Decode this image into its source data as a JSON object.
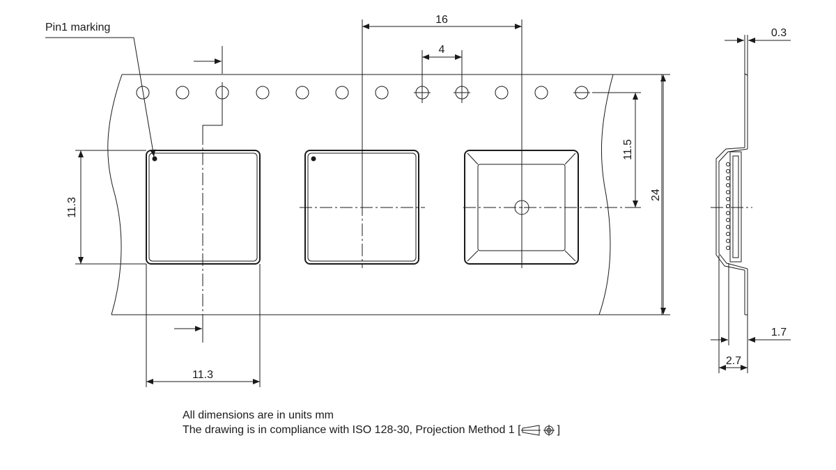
{
  "labels": {
    "pin1": "Pin1 marking"
  },
  "dimensions": {
    "pitch_16": "16",
    "hole_pitch_4": "4",
    "thickness_0_3": "0.3",
    "offset_11_5": "11.5",
    "tape_width_24": "24",
    "pocket_height_11_3": "11.3",
    "pocket_width_11_3": "11.3",
    "depth_1_7": "1.7",
    "depth_2_7": "2.7"
  },
  "notes": {
    "line1": "All dimensions are in units mm",
    "line2": "The drawing is in compliance with ISO 128-30, Projection Method 1 [",
    "line2_end": "]"
  },
  "colors": {
    "line": "#1a1a1a",
    "background": "#ffffff"
  }
}
